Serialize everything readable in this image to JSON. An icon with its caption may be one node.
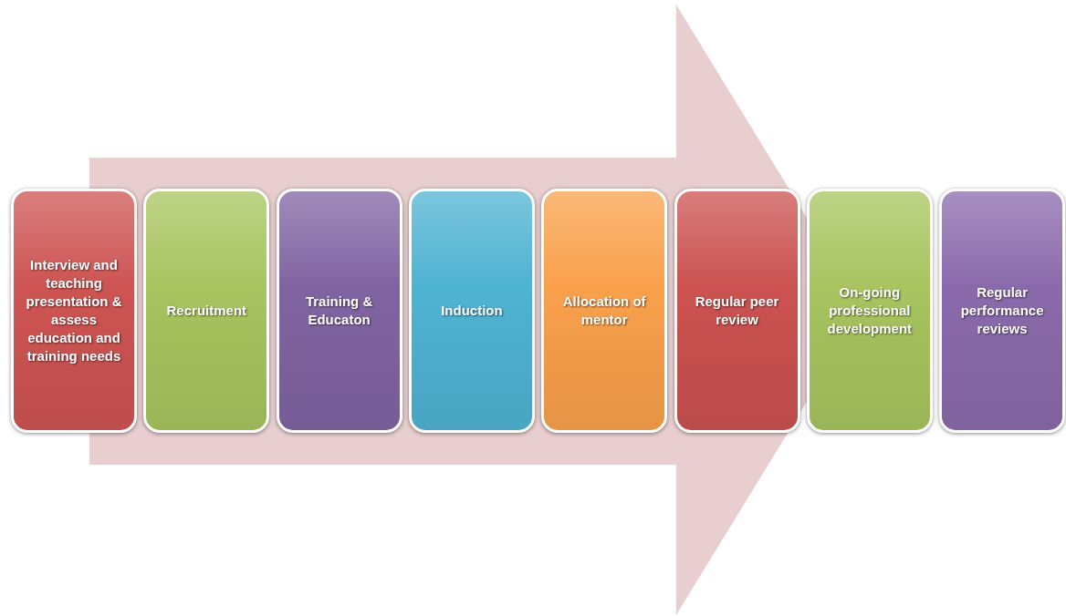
{
  "diagram": {
    "nodes": [
      {
        "text": [
          "Interview and teaching presentation & assess education and training needs"
        ]
      },
      {
        "text": [
          "Recruitment"
        ]
      },
      {
        "text": [
          "Training & Educaton"
        ]
      },
      {
        "text": [
          "Induction"
        ]
      },
      {
        "text": [
          "Allocation of mentor"
        ]
      },
      {
        "text": [
          "Regular peer review"
        ]
      },
      {
        "text": [
          "On-going professional development"
        ]
      },
      {
        "text": [
          "Regular performance reviews"
        ]
      }
    ],
    "edges": [
      {
        "from": 0,
        "to": 6,
        "arrow": "to"
      }
    ]
  }
}
